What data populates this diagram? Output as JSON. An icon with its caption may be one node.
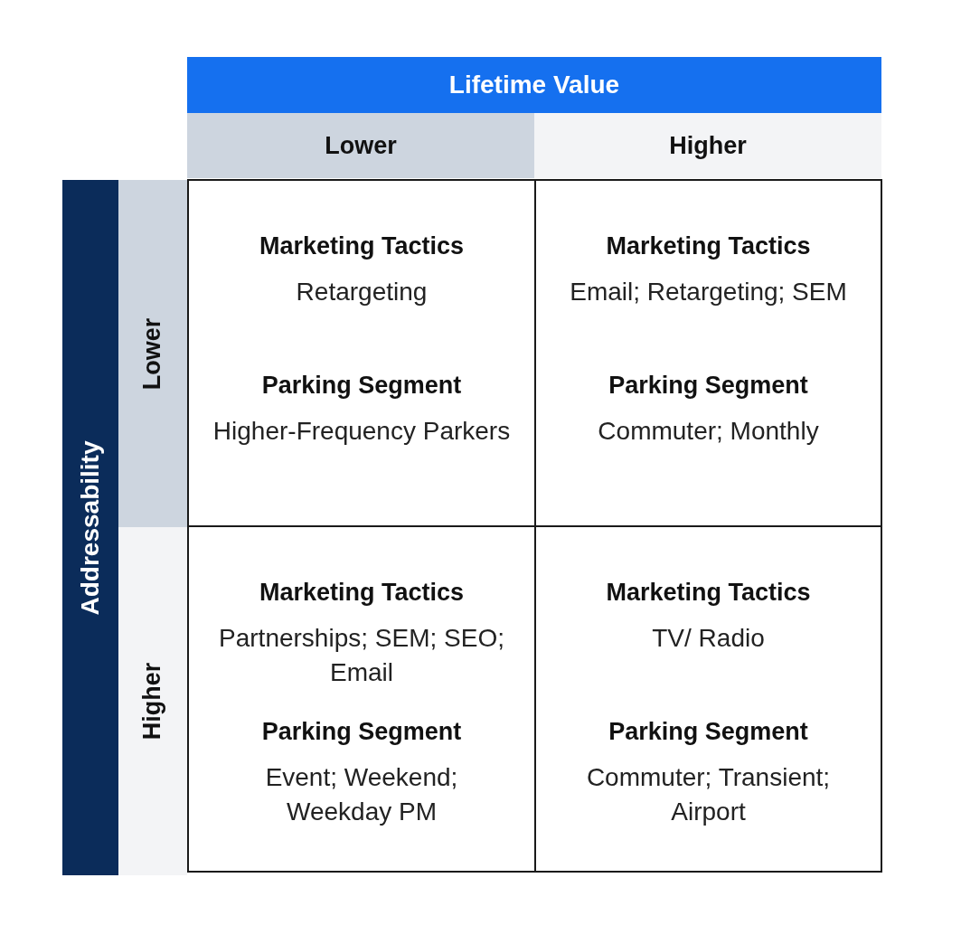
{
  "diagram": {
    "nodes": [
      {
        "text": [
          "Lifetime Value"
        ]
      },
      {
        "text": [
          "Lower"
        ]
      },
      {
        "text": [
          "Higher"
        ]
      },
      {
        "text": [
          "Addressability"
        ]
      },
      {
        "text": [
          "Lower"
        ]
      },
      {
        "text": [
          "Higher"
        ]
      },
      {
        "text": [
          "Marketing Tactics",
          "Retargeting",
          "Parking Segment",
          "Higher-Frequency Parkers"
        ]
      },
      {
        "text": [
          "Marketing Tactics",
          "Email; Retargeting; SEM",
          "Parking Segment",
          "Commuter; Monthly"
        ]
      },
      {
        "text": [
          "Marketing Tactics",
          "Partnerships; SEM; SEO; Email",
          "Parking Segment",
          "Event; Weekend; Weekday PM"
        ]
      },
      {
        "text": [
          "Marketing Tactics",
          "TV/ Radio",
          "Parking Segment",
          "Commuter; Transient; Airport"
        ]
      }
    ]
  }
}
